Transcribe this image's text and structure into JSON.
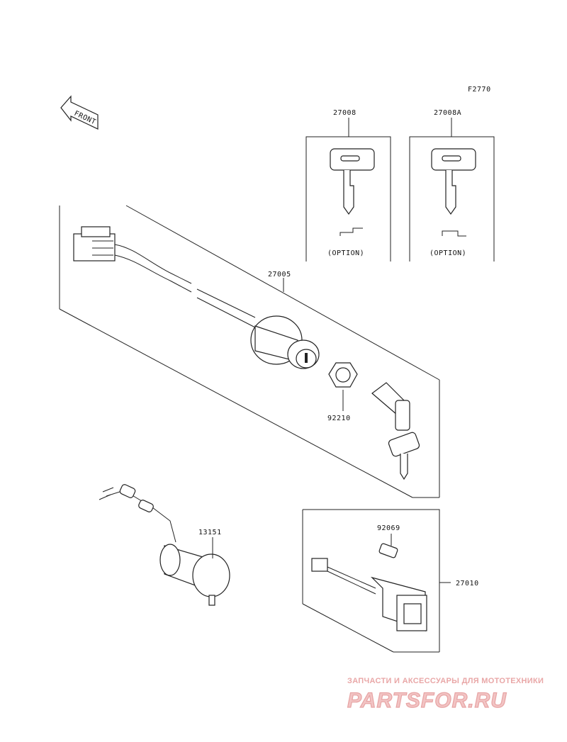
{
  "diagram": {
    "code": "F2770",
    "front_arrow_text": "FRONT",
    "parts": [
      {
        "number": "27008",
        "note": "(OPTION)"
      },
      {
        "number": "27008A",
        "note": "(OPTION)"
      },
      {
        "number": "27005"
      },
      {
        "number": "92210"
      },
      {
        "number": "13151"
      },
      {
        "number": "92069"
      },
      {
        "number": "27010"
      }
    ]
  },
  "watermark": {
    "tagline": "ЗАПЧАСТИ И АКСЕССУАРЫ ДЛЯ МОТОТЕХНИКИ",
    "brand": "PARTSFOR.RU"
  }
}
